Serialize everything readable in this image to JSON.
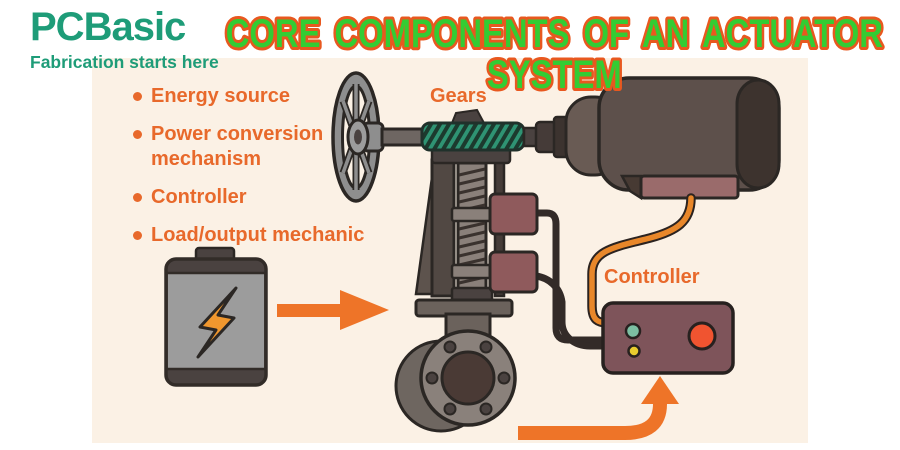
{
  "page": {
    "bg": "#FFFFFF",
    "panel_bg": "#FBF1E5"
  },
  "logo": {
    "brand": "PCBasic",
    "tagline": "Fabrication starts here",
    "color": "#1E9C78"
  },
  "title": {
    "line1": "CORE COMPONENTS OF AN ACTUATOR",
    "line2": "SYSTEM",
    "fill_color": "#33CC33",
    "outline_color": "#E8581F"
  },
  "component_list": {
    "color": "#E8692B",
    "items": [
      {
        "label": "Energy source"
      },
      {
        "label": "Power conversion mechanism"
      },
      {
        "label": "Controller"
      },
      {
        "label": "Load/output mechanic"
      }
    ]
  },
  "diagram": {
    "labels": {
      "gears": "Gears",
      "controller": "Controller"
    },
    "parts": [
      "battery",
      "lightning-bolt",
      "arrow-right",
      "handwheel",
      "drive-shaft",
      "worm-gear",
      "electric-motor",
      "motor-base",
      "lead-screw",
      "yoke-frame",
      "limit-switch-blocks",
      "valve-flange",
      "controller-box",
      "led-green",
      "led-yellow",
      "power-button",
      "orange-wire",
      "signal-wires",
      "arrow-up"
    ],
    "colors": {
      "accent_orange": "#EE7428",
      "wire_orange": "#E8872A",
      "gear_green": "#2F9373",
      "metal_gray": "#9C9C9C",
      "motor_brown": "#5D504B",
      "controller_mauve": "#7E545A",
      "block_mauve": "#8F5A5C",
      "button_red": "#F05430",
      "led_green": "#7CBFA2",
      "led_yellow": "#E8CC2E",
      "dark_outline": "#2B2724"
    }
  }
}
